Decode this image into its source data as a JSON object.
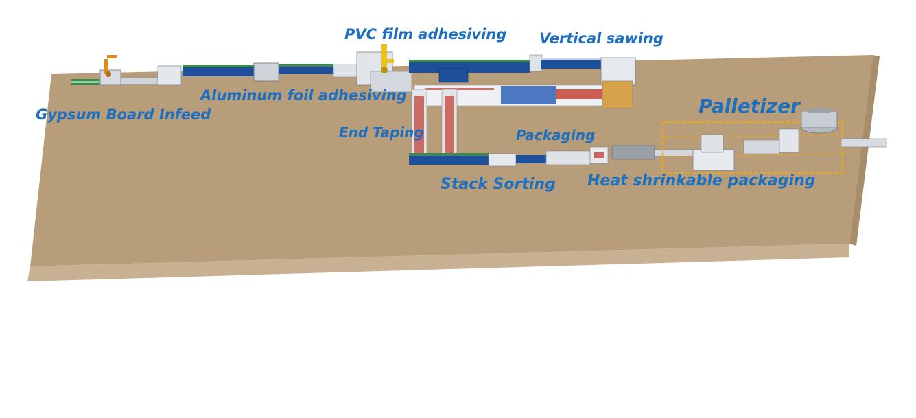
{
  "colors": {
    "floor_top": "#b89d7b",
    "floor_front": "#c4ac8c",
    "floor_side": "#c9b496",
    "label": "#1d6fc0",
    "conveyor_blue": "#1e4f9a",
    "conveyor_green": "#3f8a4c",
    "frame_orange": "#e8a81c",
    "machine_grey": "#d8dce2",
    "robot_orange": "#e08a1a",
    "robot_yellow": "#e9c21e",
    "rail_red": "#c0392b"
  },
  "icons": [
    "robot-arm-icon",
    "stretch-wrapper-icon"
  ],
  "labels": {
    "gypsum_infeed": "Gypsum Board Infeed",
    "aluminum_foil": "Aluminum foil adhesiving",
    "pvc_film": "PVC film adhesiving",
    "vertical_sawing": "Vertical sawing",
    "end_taping": "End Taping",
    "packaging": "Packaging",
    "stack_sorting": "Stack Sorting",
    "heat_shrinkable": "Heat shrinkable packaging",
    "palletizer": "Palletizer"
  }
}
